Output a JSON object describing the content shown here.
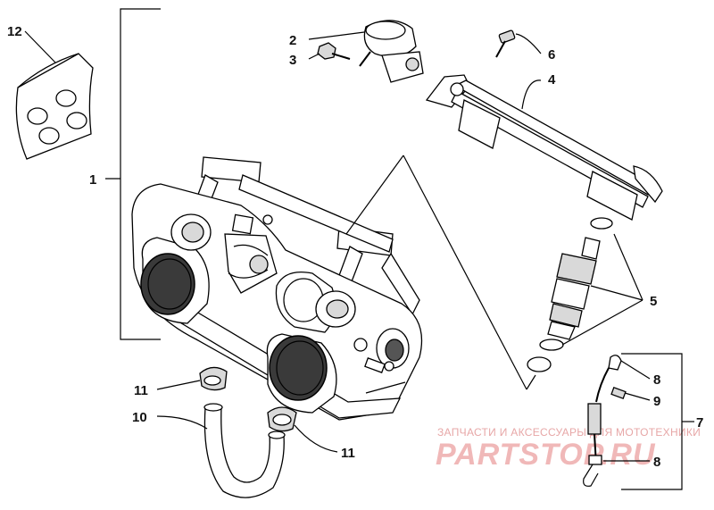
{
  "callouts": {
    "c1": "1",
    "c2": "2",
    "c3": "3",
    "c4": "4",
    "c5": "5",
    "c6": "6",
    "c7": "7",
    "c8a": "8",
    "c8b": "8",
    "c9": "9",
    "c10": "10",
    "c11a": "11",
    "c11b": "11",
    "c12": "12"
  },
  "watermark": {
    "tagline": "ЗАПЧАСТИ И АКСЕССУАРЫ ДЛЯ МОТОТЕХНИКИ",
    "brand": "PARTSTOP.RU"
  },
  "colors": {
    "line": "#000000",
    "watermark": "#e7a7a7",
    "background": "#ffffff"
  }
}
